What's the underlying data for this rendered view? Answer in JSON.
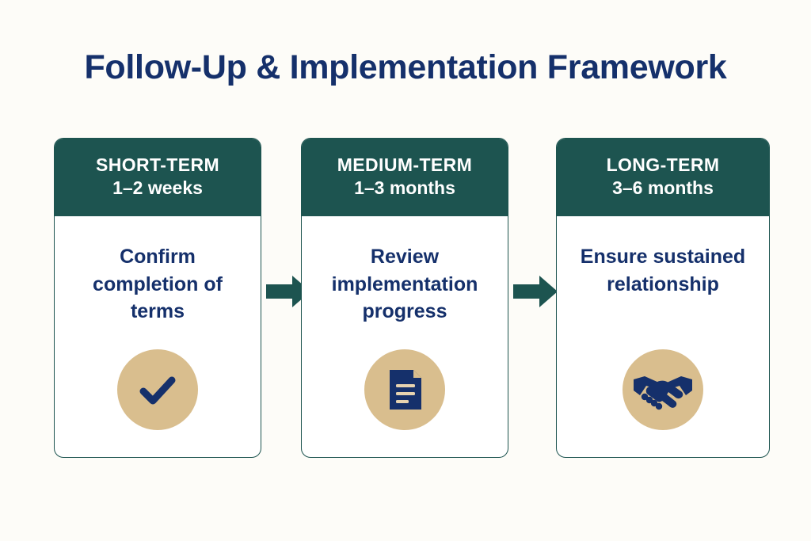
{
  "title": "Follow-Up & Implementation Framework",
  "colors": {
    "background": "#fdfcf8",
    "navy": "#15306b",
    "teal": "#1d5450",
    "tan": "#d9be8e",
    "card_surface": "#ffffff"
  },
  "cards": [
    {
      "phase": "SHORT-TERM",
      "duration": "1–2 weeks",
      "description": "Confirm completion of terms",
      "icon": "check-icon"
    },
    {
      "phase": "MEDIUM-TERM",
      "duration": "1–3 months",
      "description": "Review implementation progress",
      "icon": "document-icon"
    },
    {
      "phase": "LONG-TERM",
      "duration": "3–6 months",
      "description": "Ensure sustained relationship",
      "icon": "handshake-icon"
    }
  ],
  "connectors": [
    {
      "name": "arrow-right-icon"
    },
    {
      "name": "arrow-right-icon"
    }
  ]
}
